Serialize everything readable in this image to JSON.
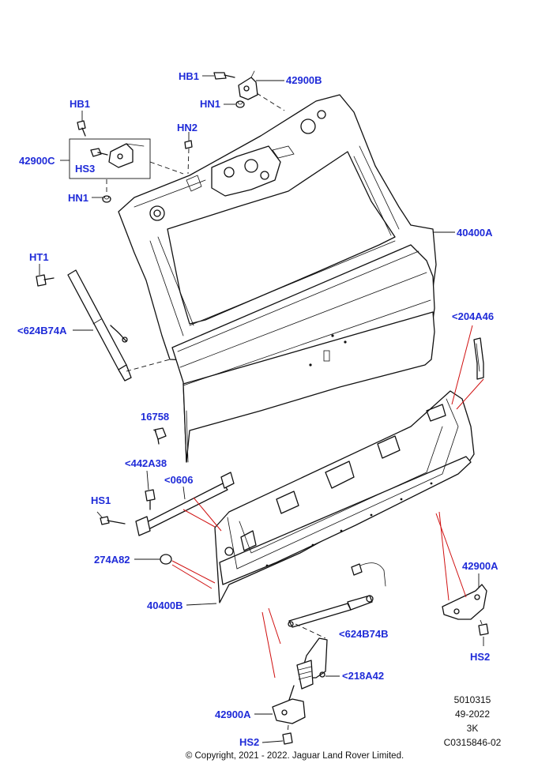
{
  "diagram": {
    "labels": {
      "hb1_top": "HB1",
      "l42900b": "42900B",
      "hn1_top": "HN1",
      "hb1_left": "HB1",
      "hn2": "HN2",
      "l42900c": "42900C",
      "hs3": "HS3",
      "hn1_left": "HN1",
      "l40400a": "40400A",
      "ht1": "HT1",
      "l624b74a": "<624B74A",
      "l204a46": "<204A46",
      "l16758": "16758",
      "l442a38": "<442A38",
      "l0606": "<0606",
      "hs1": "HS1",
      "l274a82": "274A82",
      "l40400b": "40400B",
      "l42900a_right": "42900A",
      "l624b74b": "<624B74B",
      "hs2_right": "HS2",
      "l218a42": "<218A42",
      "l42900a_bottom": "42900A",
      "hs2_bottom": "HS2"
    },
    "reference": {
      "line1": "5010315",
      "line2": "49-2022",
      "line3": "3K",
      "line4": "C0315846-02"
    },
    "copyright": "© Copyright, 2021 - 2022. Jaguar Land Rover Limited.",
    "colors": {
      "label": "#1f2bd8",
      "line": "#111111",
      "leader_red": "#d01010"
    }
  }
}
